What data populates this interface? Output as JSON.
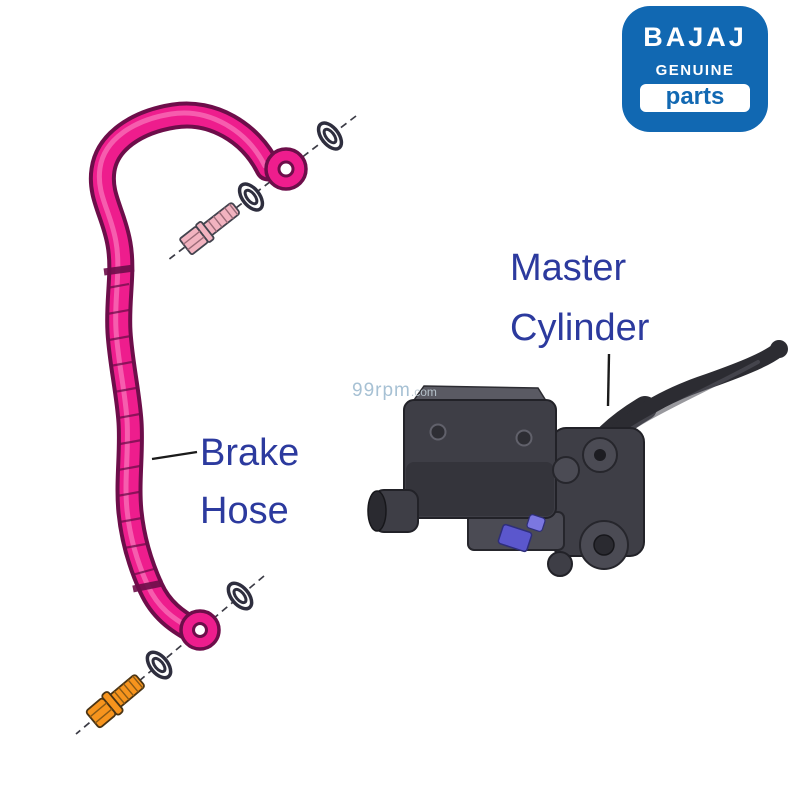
{
  "logo": {
    "brand": "BAJAJ",
    "genuine": "GENUINE",
    "parts": "parts"
  },
  "labels": {
    "master_cylinder": {
      "line1": "Master",
      "line2": "Cylinder"
    },
    "brake_hose": {
      "line1": "Brake",
      "line2": "Hose"
    }
  },
  "watermark": {
    "name": "99rpm",
    "tld": ".com"
  },
  "colors": {
    "logo-blue": "#1168b2",
    "label-blue": "#2c3a9e",
    "hose-pink": "#ee1d8d",
    "hose-outline": "#6d0e4a",
    "bolt-pink": "#f2b3c0",
    "bolt-orange": "#f7941d",
    "clamp-blue": "#5b57cd",
    "metal-dark": "#3e3e46",
    "watermark-blue": "#a3bed2"
  }
}
